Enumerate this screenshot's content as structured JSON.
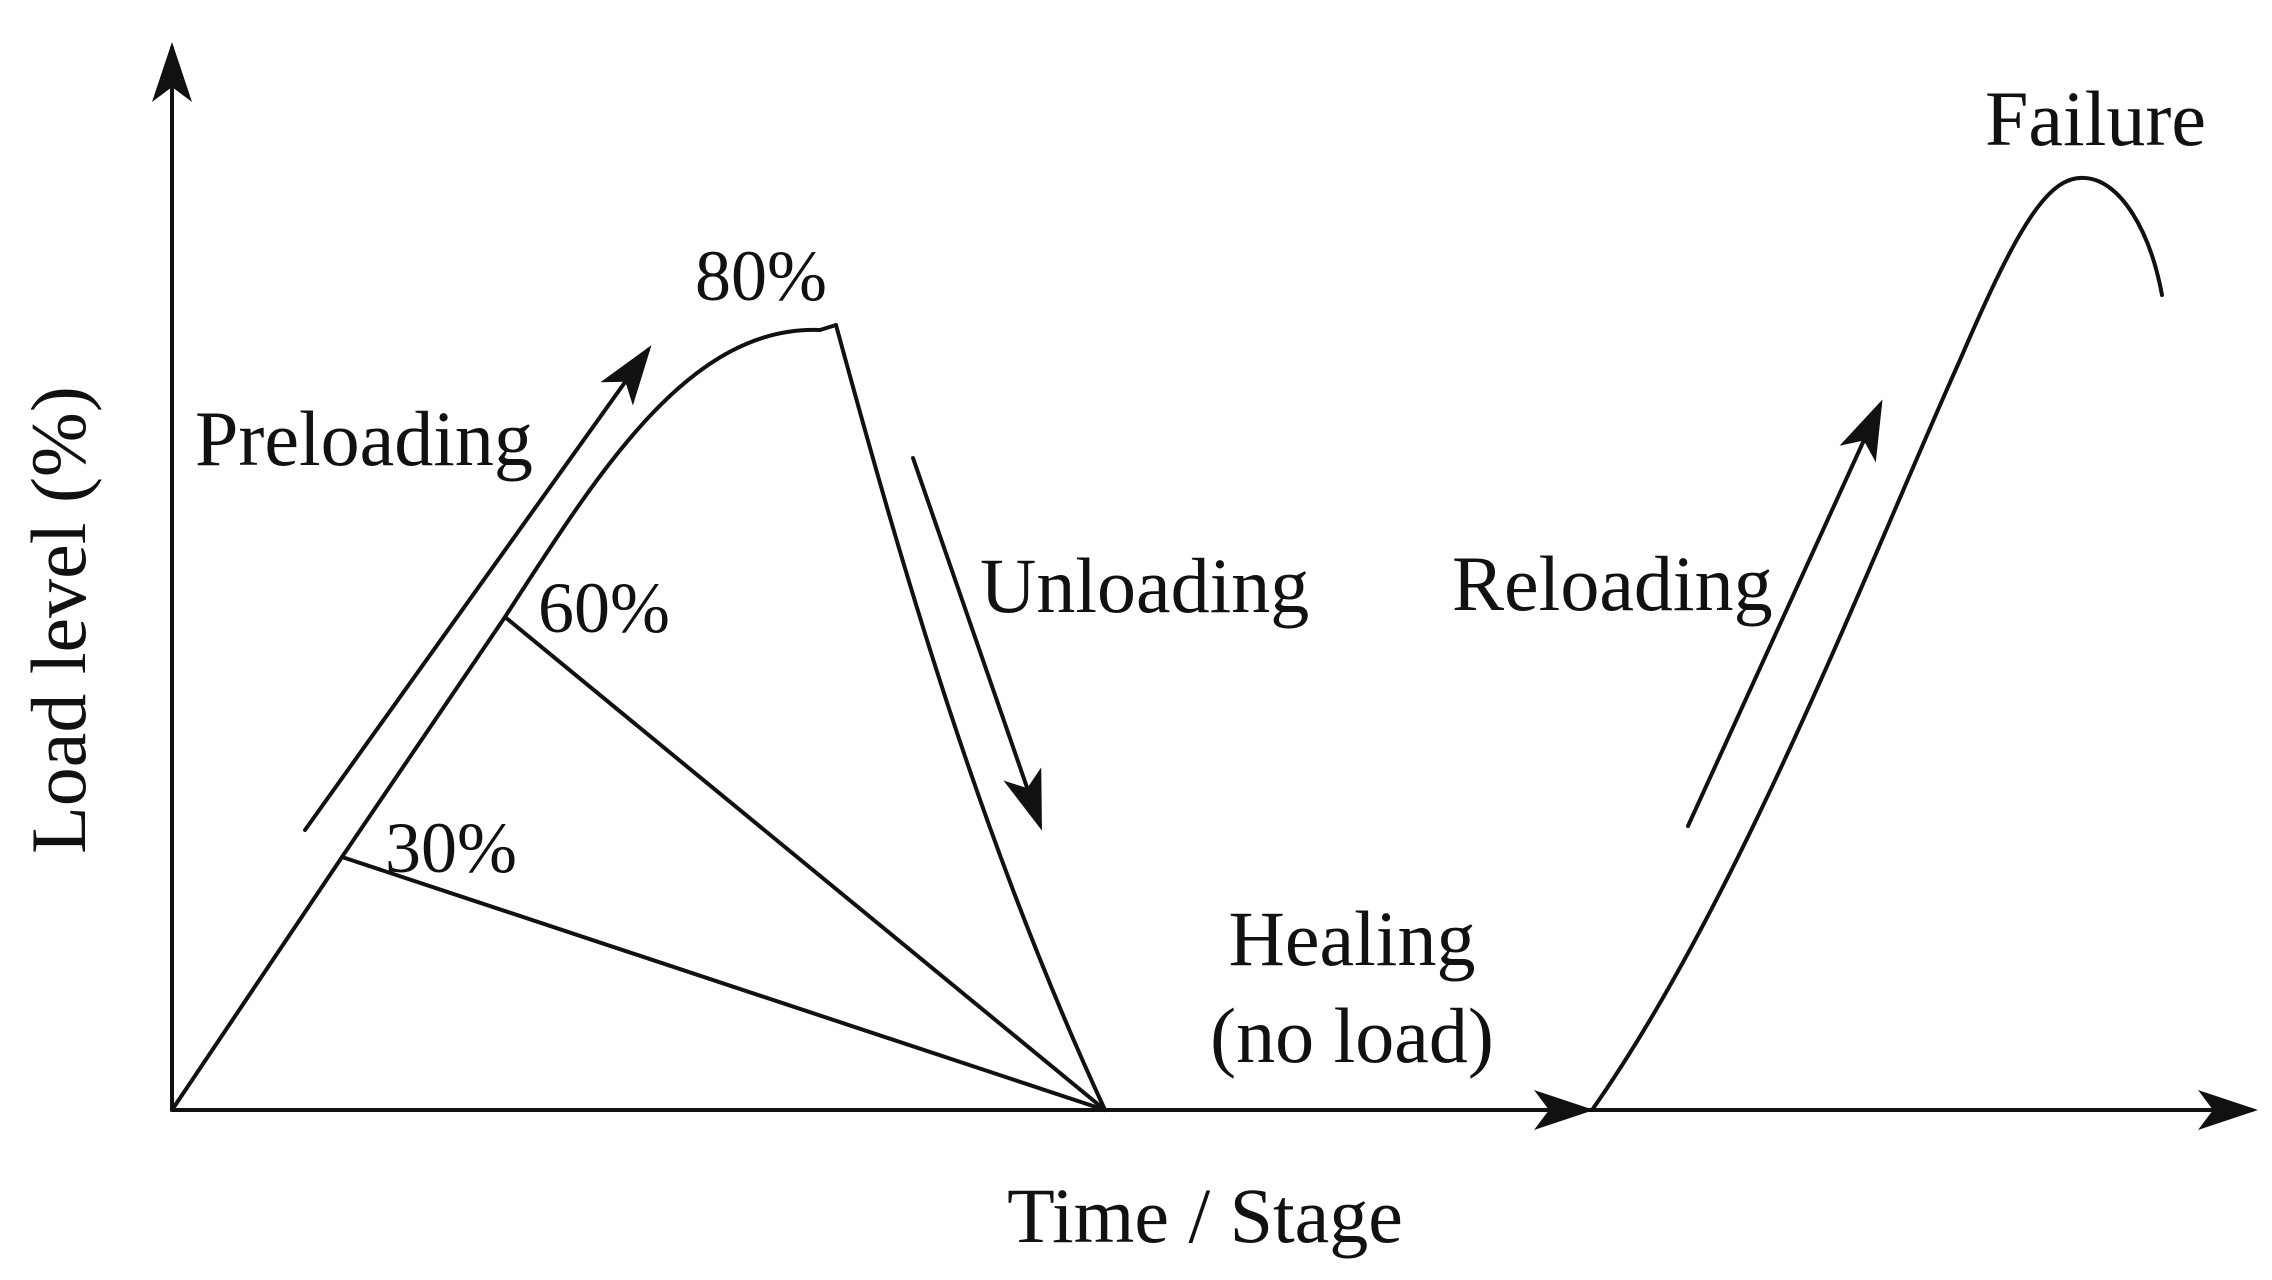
{
  "axes": {
    "y_label": "Load level (%)",
    "x_label": "Time / Stage"
  },
  "stages": {
    "preloading": "Preloading",
    "unloading": "Unloading",
    "healing_line1": "Healing",
    "healing_line2": "(no load)",
    "reloading": "Reloading",
    "failure": "Failure"
  },
  "levels": {
    "p30": "30%",
    "p60": "60%",
    "p80": "80%"
  },
  "colors": {
    "stroke": "#111111",
    "background": "#ffffff"
  }
}
